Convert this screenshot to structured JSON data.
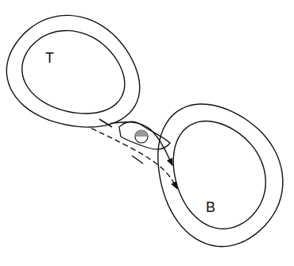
{
  "diagram": {
    "nodes": [
      {
        "text": [
          "T"
        ]
      },
      {
        "text": [
          "B"
        ]
      }
    ],
    "edges": [
      {
        "from": 0,
        "to": 1,
        "arrow": "to"
      },
      {
        "from": 0,
        "to": 1,
        "arrow": "to"
      }
    ]
  }
}
